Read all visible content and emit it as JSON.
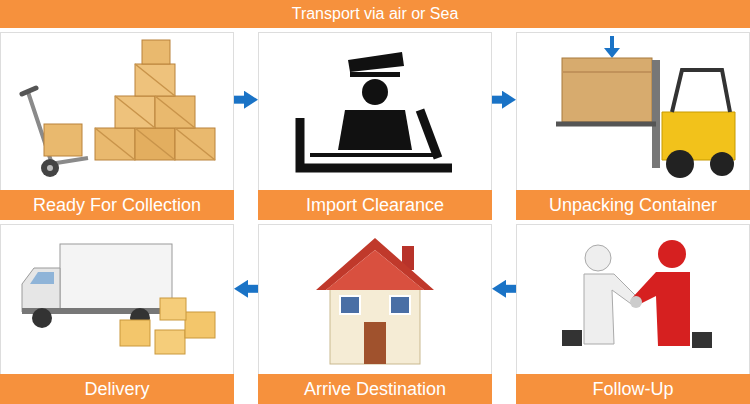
{
  "diagram": {
    "title": "Transport via air or Sea",
    "nodes": [
      {
        "text": [
          "Ready For Collection"
        ]
      },
      {
        "text": [
          "Import Clearance"
        ]
      },
      {
        "text": [
          "Unpacking Container"
        ]
      },
      {
        "text": [
          "Delivery"
        ]
      },
      {
        "text": [
          "Arrive Destination"
        ]
      },
      {
        "text": [
          "Follow-Up"
        ]
      }
    ],
    "edges": [
      {
        "from": 0,
        "to": 1,
        "arrow": "to"
      },
      {
        "from": 1,
        "to": 2,
        "arrow": "to"
      },
      {
        "from": 5,
        "to": 4,
        "arrow": "to"
      },
      {
        "from": 4,
        "to": 3,
        "arrow": "to"
      }
    ]
  }
}
